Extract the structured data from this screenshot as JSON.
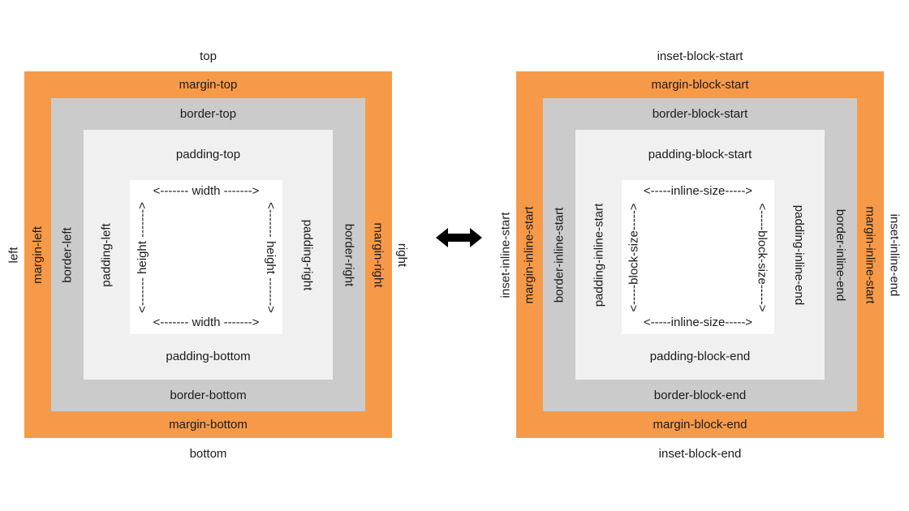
{
  "colors": {
    "margin": "#F69A49",
    "border": "#CBCBCB",
    "padding": "#F0F0F0",
    "content": "#FFFFFF",
    "background": "#FFFFFF",
    "text": "#1B1B1B",
    "arrow": "#000000"
  },
  "physical_diagram": {
    "outside": {
      "top": "top",
      "bottom": "bottom",
      "left": "left",
      "right": "right"
    },
    "margin": {
      "top": "margin-top",
      "bottom": "margin-bottom",
      "left": "margin-left",
      "right": "margin-right"
    },
    "border": {
      "top": "border-top",
      "bottom": "border-bottom",
      "left": "border-left",
      "right": "border-right"
    },
    "padding": {
      "top": "padding-top",
      "bottom": "padding-bottom",
      "left": "padding-left",
      "right": "padding-right"
    },
    "content": {
      "top": "<------- width ------->",
      "bottom": "<------- width ------->",
      "left": "<------- height ------->",
      "right": "<------- height ------->"
    }
  },
  "logical_diagram": {
    "outside": {
      "top": "inset-block-start",
      "bottom": "inset-block-end",
      "left": "inset-inline-start",
      "right": "inset-inline-end"
    },
    "margin": {
      "top": "margin-block-start",
      "bottom": "margin-block-end",
      "left": "margin-inline-start",
      "right": "margin-inline-start"
    },
    "border": {
      "top": "border-block-start",
      "bottom": "border-block-end",
      "left": "border-inline-start",
      "right": "border-inline-end"
    },
    "padding": {
      "top": "padding-block-start",
      "bottom": "padding-block-end",
      "left": "padding-inline-start",
      "right": "padding-inline-end"
    },
    "content": {
      "top": "<-----inline-size----->",
      "bottom": "<-----inline-size----->",
      "left": "<-----block-size----->",
      "right": "<-----block-size----->"
    }
  },
  "equivalence": {
    "icon": "left-right-arrow"
  }
}
